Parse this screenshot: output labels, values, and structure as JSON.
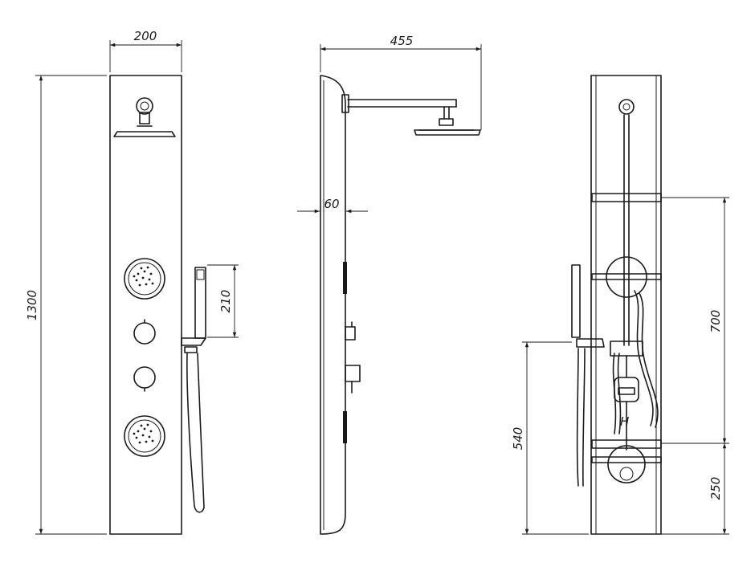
{
  "dimensions": {
    "front_width": "200",
    "total_height": "1300",
    "handshower_length": "210",
    "side_arm_reach": "455",
    "side_depth": "60",
    "rear_upper_spacing": "700",
    "rear_lower_spacing": "250",
    "rear_outlet_height": "540"
  },
  "colors": {
    "line": "#1a1a1a",
    "background": "#ffffff"
  }
}
